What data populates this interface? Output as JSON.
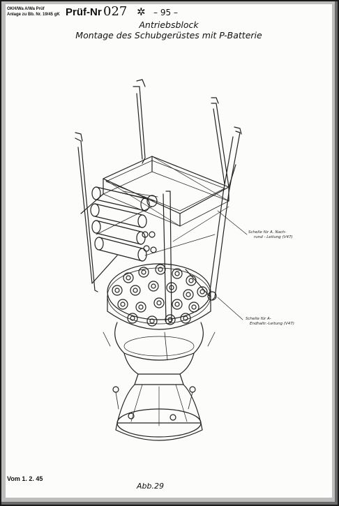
{
  "header": {
    "line1": "OKH/Wa A/Wa Prüf",
    "line2": "Anlage zu Bb. Nr. 19/45 gK",
    "pruef_label": "Prüf-Nr",
    "pruef_number": "027",
    "star": "✲",
    "page": "– 95 –"
  },
  "title": {
    "line1": "Antriebsblock",
    "line2": "Montage des Schubgerüstes mit P-Batterie"
  },
  "annotations": {
    "a1_line1": "Schelle für A. Nach-",
    "a1_line2": "rund - Leitung (V47)",
    "a2_line1": "Schelle für A-",
    "a2_line2": "Endhaltr.-Leitung (V47)"
  },
  "footer": {
    "date": "Vom 1. 2. 45",
    "figure": "Abb.29"
  }
}
